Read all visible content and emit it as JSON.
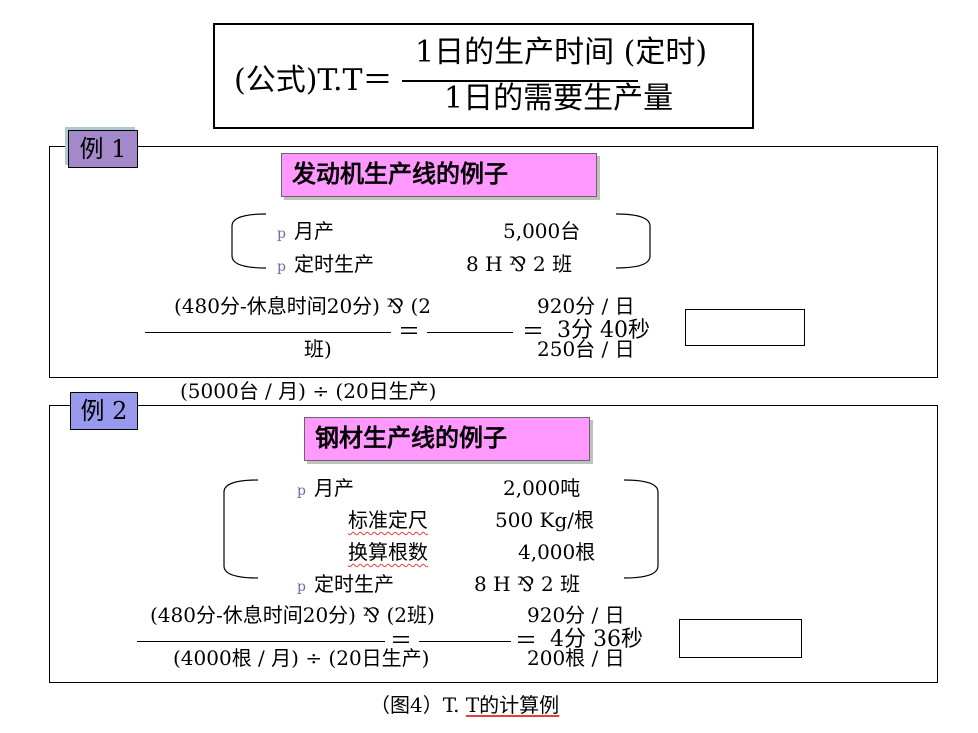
{
  "formula": {
    "prefix": "(公式)T.T＝",
    "numerator": "1日的生产时间 (定时)",
    "denominator": "1日的需要生产量"
  },
  "example1": {
    "tag": "例 1",
    "title": "发动机生产线的例子",
    "bullet": "p",
    "rows": [
      {
        "label": "月产",
        "value": "5,000台"
      },
      {
        "label": "定时生产",
        "value": "8 H ⅋ 2 班"
      }
    ],
    "calc": {
      "num_left": "(480分-休息时间20分) ⅋ (2",
      "num_left_wrap": "班)",
      "den_left": "(5000台 / 月) ÷ (20日生产)",
      "equals1": "＝",
      "num_mid": "920分 / 日",
      "den_mid": "250台 / 日",
      "equals2": "＝",
      "result": "3分 40秒"
    }
  },
  "example2": {
    "tag": "例 2",
    "title": "钢材生产线的例子",
    "bullet": "p",
    "rows": [
      {
        "label": "月产",
        "value": "2,000吨"
      },
      {
        "label": "标准定尺",
        "value": "500 Kg/根"
      },
      {
        "label": "换算根数",
        "value": "4,000根"
      },
      {
        "label": "定时生产",
        "value": "8 H ⅋ 2 班"
      }
    ],
    "calc": {
      "num_left": "(480分-休息时间20分) ⅋ (2班)",
      "den_left": "(4000根 / 月) ÷ (20日生产)",
      "equals1": "＝",
      "num_mid": "920分 / 日",
      "den_mid": "200根 / 日",
      "equals2": "＝",
      "result": "4分 36秒"
    }
  },
  "caption": {
    "prefix": "（图4）T. ",
    "underlined": "T的计算例"
  }
}
